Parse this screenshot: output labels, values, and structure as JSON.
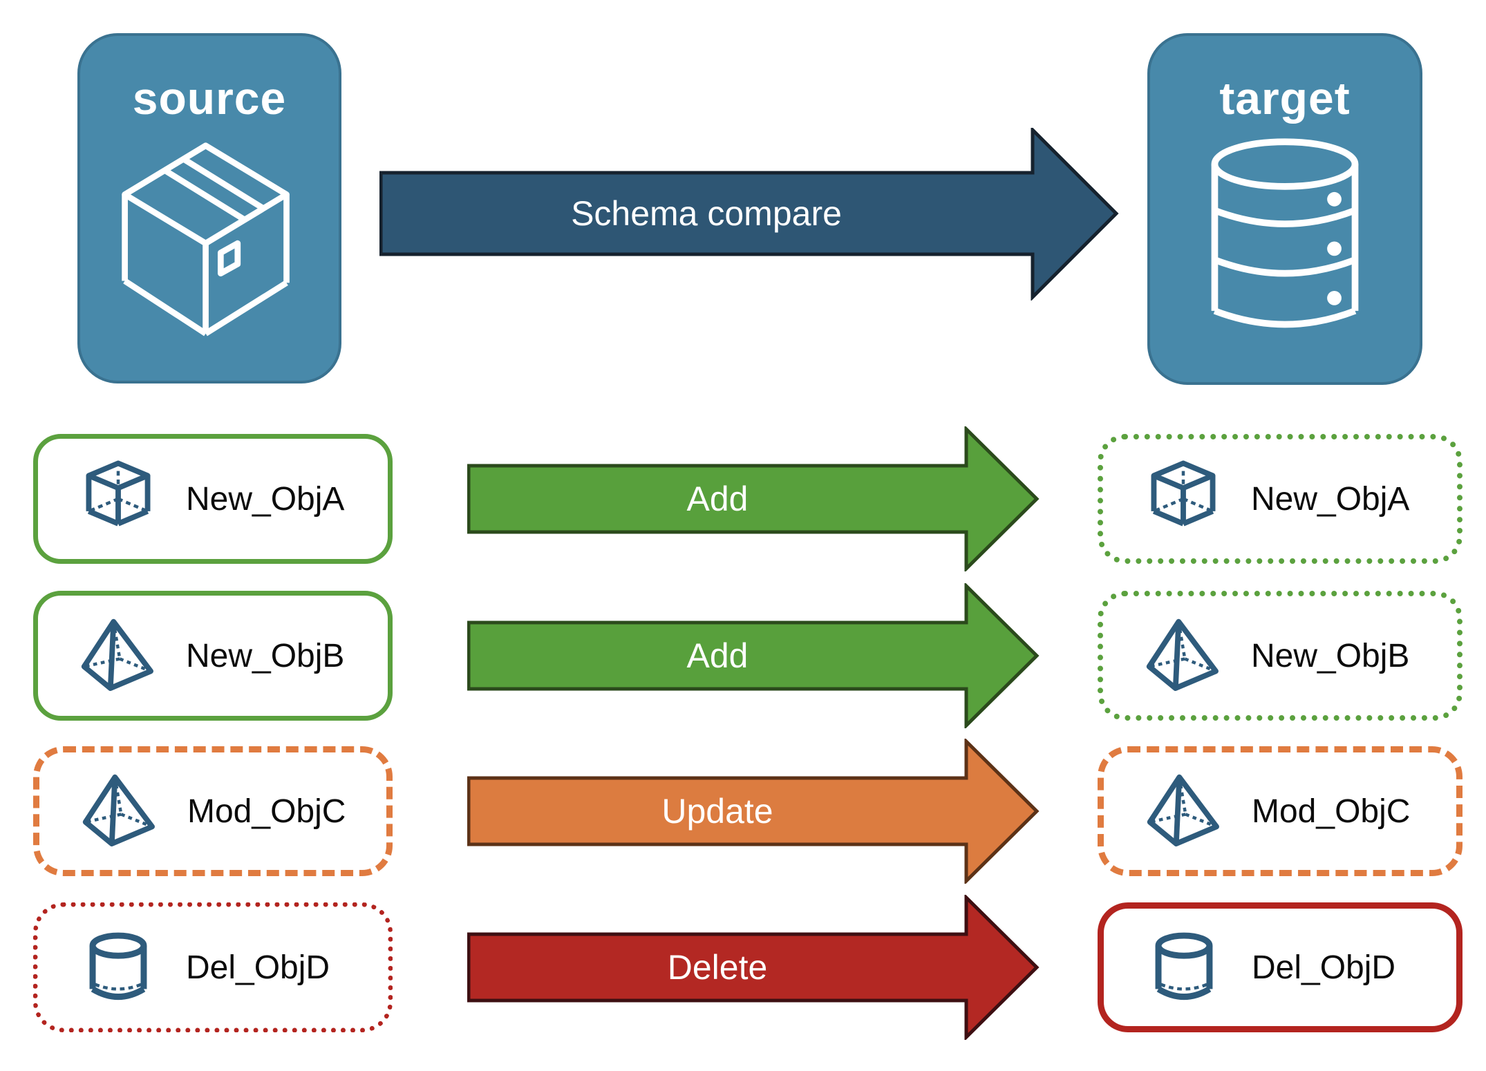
{
  "endpoints": {
    "source_label": "source",
    "target_label": "target"
  },
  "compare": {
    "arrow_label": "Schema compare"
  },
  "rows": [
    {
      "name": "New_ObjA",
      "action": "Add",
      "icon": "cube-icon",
      "source_border": "solid-green",
      "target_border": "dotted-green"
    },
    {
      "name": "New_ObjB",
      "action": "Add",
      "icon": "pyramid-icon",
      "source_border": "solid-green",
      "target_border": "dotted-green"
    },
    {
      "name": "Mod_ObjC",
      "action": "Update",
      "icon": "pyramid-icon",
      "source_border": "dashed-orange",
      "target_border": "dashed-orange"
    },
    {
      "name": "Del_ObjD",
      "action": "Delete",
      "icon": "cylinder-icon",
      "source_border": "dotted-red",
      "target_border": "solid-red"
    }
  ],
  "colors": {
    "node_fill": "#4889AA",
    "node_border": "#3A7290",
    "schema_arrow_fill": "#2E5674",
    "schema_arrow_border": "#16222E",
    "add_fill": "#58A03C",
    "add_border": "#2B4A1C",
    "update_fill": "#DC7C40",
    "update_border": "#5C3217",
    "delete_fill": "#B32823",
    "delete_border": "#3D0F12",
    "green_outline": "#5BA13E",
    "orange_outline": "#E07B40",
    "red_outline": "#B3241F",
    "object_icon_color": "#2E5B7C"
  }
}
